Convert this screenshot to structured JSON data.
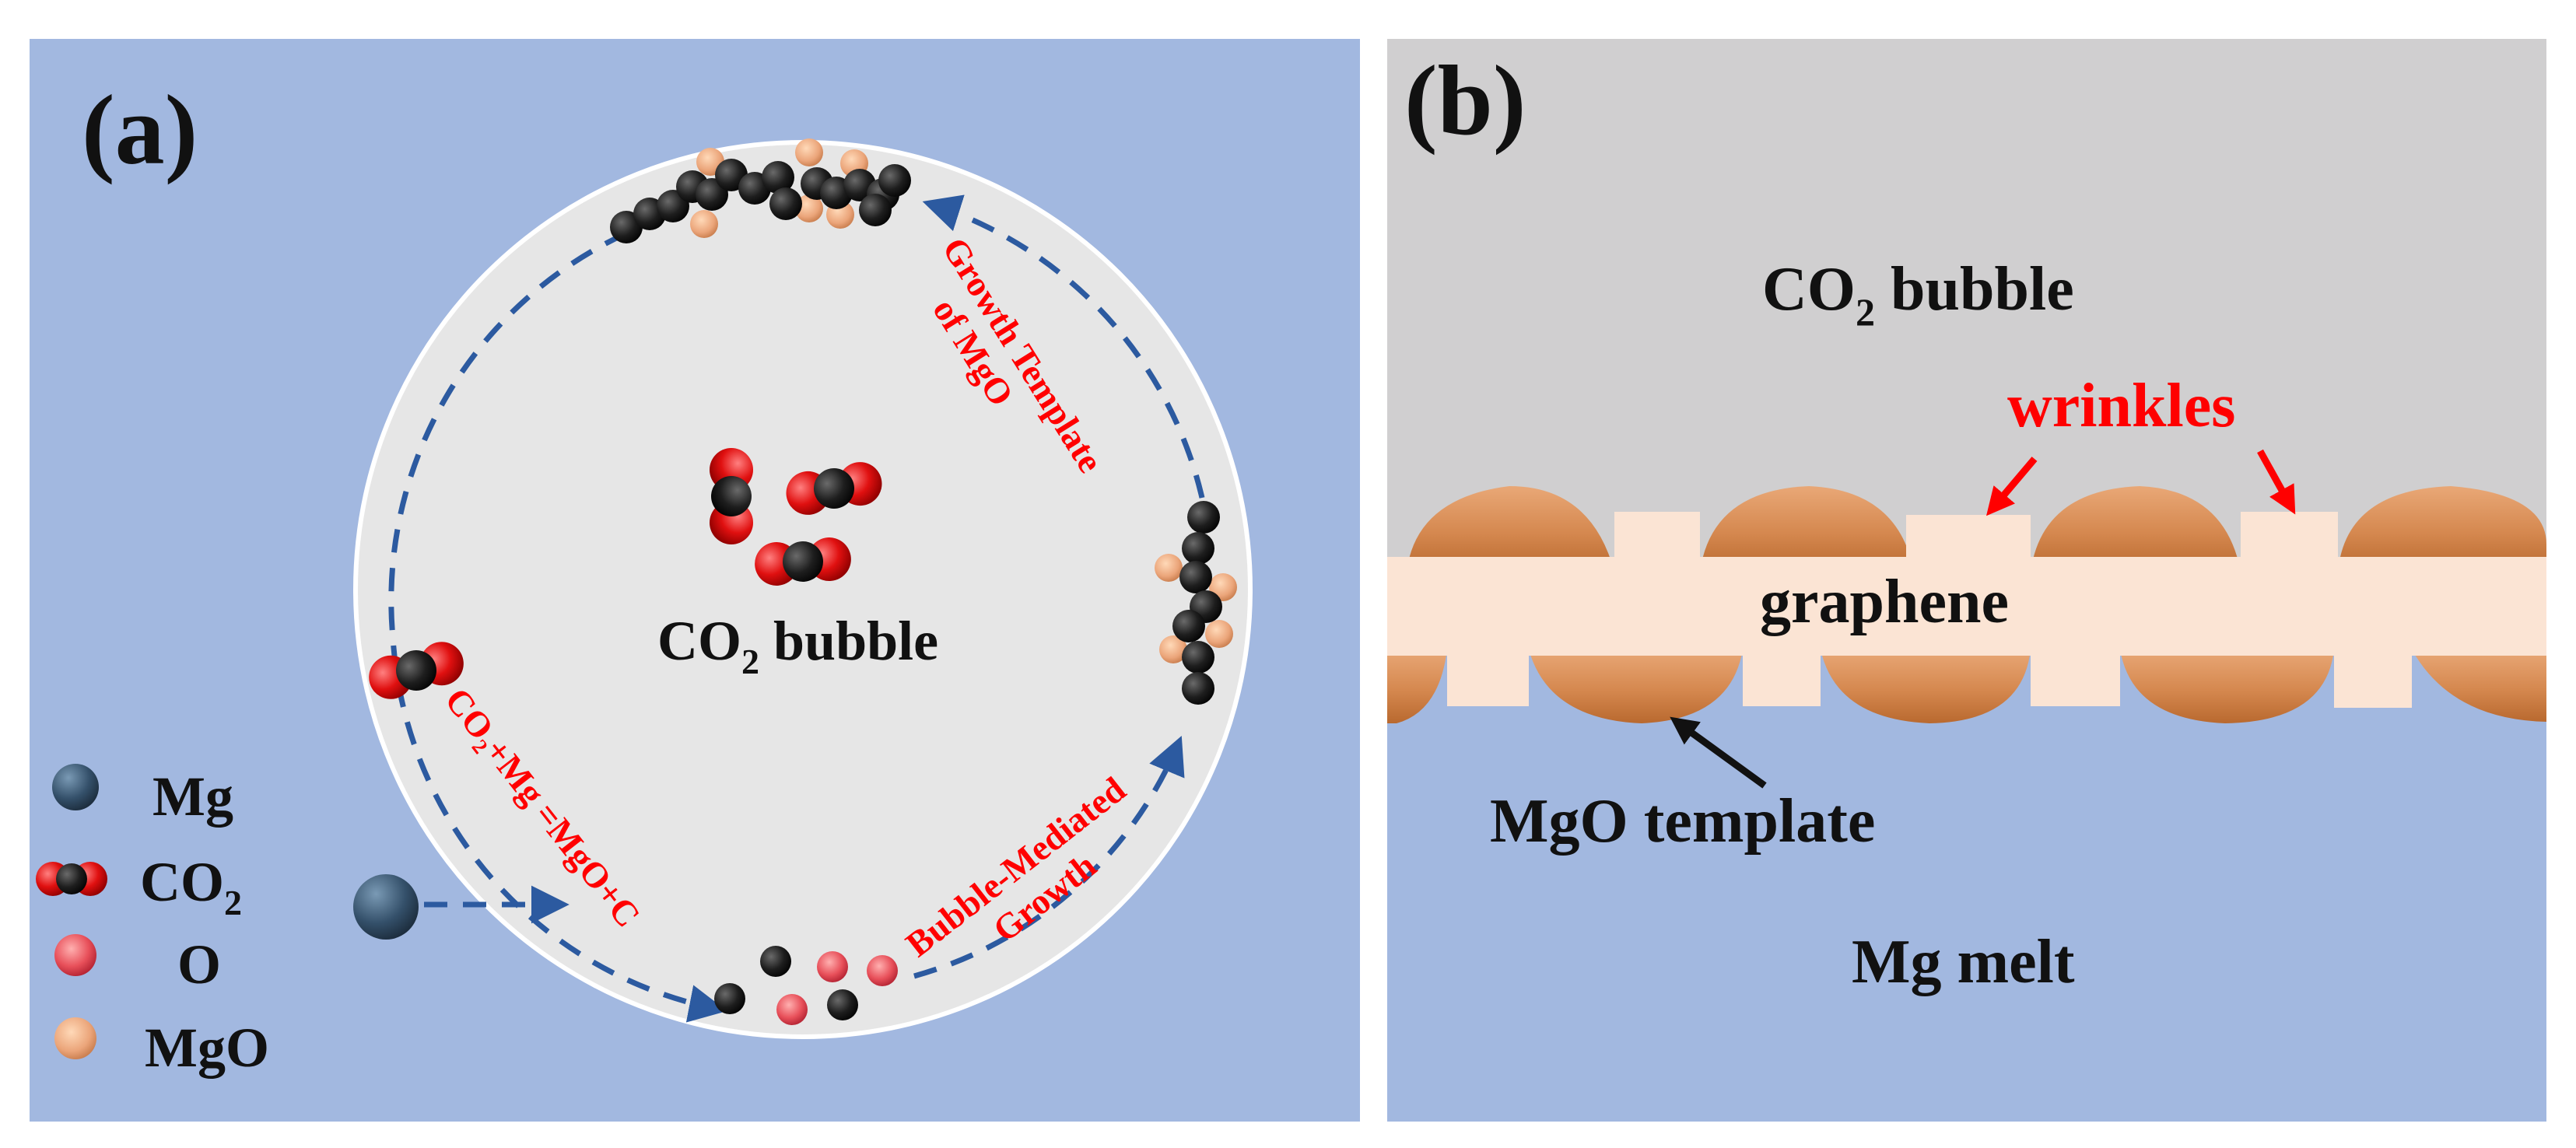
{
  "colors": {
    "panel_a_bg": "#a2b8e0",
    "bubble_fill": "#e6e6e6",
    "bubble_stroke": "#ffffff",
    "panel_b_top": "#d0cfd0",
    "panel_b_bottom": "#a2b8e0",
    "graphene": "#fbe4d4",
    "mgo_template": "#d5884f",
    "arrow_dashed": "#2c5aa0",
    "label_red": "#ff0000",
    "text_dark": "#111111"
  },
  "panel_a": {
    "label": "(a)",
    "bubble_label_main": "CO",
    "bubble_label_sub": "2",
    "bubble_label_tail": " bubble",
    "reaction_text": "CO₂+Mg =MgO+C",
    "growth_template_line1": "Growth Template",
    "growth_template_line2": "of MgO",
    "bubble_mediated_line1": "Bubble-Mediated",
    "bubble_mediated_line2": "Growth",
    "legend": [
      {
        "icon": "mg-atom-icon",
        "label": "Mg"
      },
      {
        "icon": "co2-molecule-icon",
        "label": "CO",
        "sub": "2"
      },
      {
        "icon": "o-atom-icon",
        "label": "O"
      },
      {
        "icon": "mgo-particle-icon",
        "label": "MgO"
      }
    ]
  },
  "panel_b": {
    "label": "(b)",
    "bubble_label_main": "CO",
    "bubble_label_sub": "2",
    "bubble_label_tail": " bubble",
    "wrinkles_label": "wrinkles",
    "graphene_label": "graphene",
    "template_label": "MgO template",
    "melt_label": "Mg melt"
  }
}
